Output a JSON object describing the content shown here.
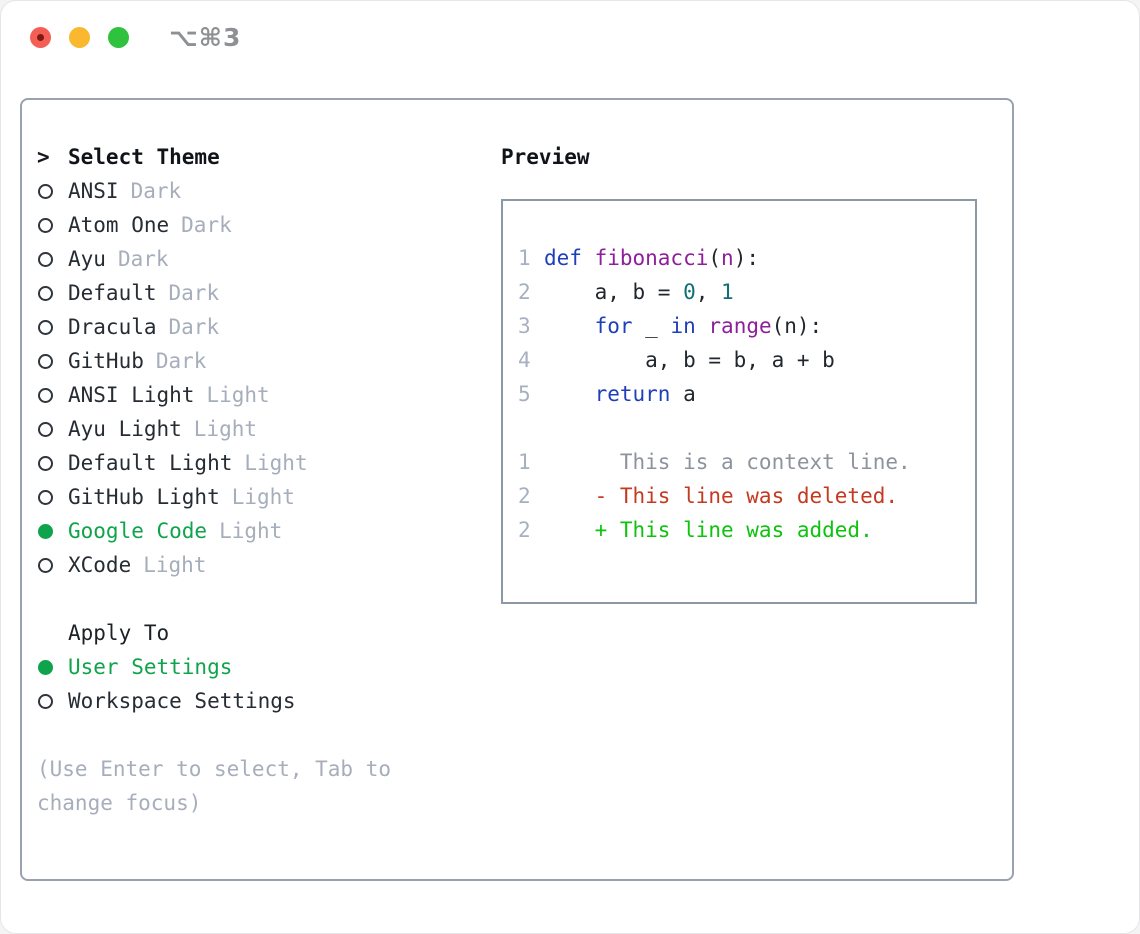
{
  "window": {
    "title": "⌥⌘3"
  },
  "theme_panel": {
    "cursor": ">",
    "title": "Select Theme",
    "themes": [
      {
        "name": "ANSI",
        "variant": "Dark",
        "selected": false
      },
      {
        "name": "Atom One",
        "variant": "Dark",
        "selected": false
      },
      {
        "name": "Ayu",
        "variant": "Dark",
        "selected": false
      },
      {
        "name": "Default",
        "variant": "Dark",
        "selected": false
      },
      {
        "name": "Dracula",
        "variant": "Dark",
        "selected": false
      },
      {
        "name": "GitHub",
        "variant": "Dark",
        "selected": false
      },
      {
        "name": "ANSI Light",
        "variant": "Light",
        "selected": false
      },
      {
        "name": "Ayu Light",
        "variant": "Light",
        "selected": false
      },
      {
        "name": "Default Light",
        "variant": "Light",
        "selected": false
      },
      {
        "name": "GitHub Light",
        "variant": "Light",
        "selected": false
      },
      {
        "name": "Google Code",
        "variant": "Light",
        "selected": true
      },
      {
        "name": "XCode",
        "variant": "Light",
        "selected": false
      }
    ],
    "apply_to": {
      "label": "Apply To",
      "options": [
        {
          "name": "User Settings",
          "selected": true
        },
        {
          "name": "Workspace Settings",
          "selected": false
        }
      ]
    },
    "help": [
      "(Use Enter to select, Tab to",
      "change focus)"
    ]
  },
  "preview": {
    "label": "Preview",
    "code": [
      {
        "num": "1",
        "tokens": [
          {
            "text": "def "
          },
          {
            "text": "fibonacci"
          },
          {
            "text": "("
          },
          {
            "text": "n"
          },
          {
            "text": "):"
          }
        ]
      },
      {
        "num": "2",
        "tokens": [
          {
            "text": "    a, b = "
          },
          {
            "text": "0"
          },
          {
            "text": ", "
          },
          {
            "text": "1"
          }
        ]
      },
      {
        "num": "3",
        "tokens": [
          {
            "text": "    "
          },
          {
            "text": "for"
          },
          {
            "text": " _ "
          },
          {
            "text": "in"
          },
          {
            "text": " "
          },
          {
            "text": "range"
          },
          {
            "text": "(n):"
          }
        ]
      },
      {
        "num": "4",
        "tokens": [
          {
            "text": "        a, b = b, a + b"
          }
        ]
      },
      {
        "num": "5",
        "tokens": [
          {
            "text": "    "
          },
          {
            "text": "return"
          },
          {
            "text": " a"
          }
        ]
      }
    ],
    "diff": [
      {
        "num": "1",
        "kind": "context",
        "text": "      This is a context line."
      },
      {
        "num": "2",
        "kind": "deleted",
        "text": "    - This line was deleted."
      },
      {
        "num": "2",
        "kind": "added",
        "text": "    + This line was added."
      }
    ]
  },
  "colors": {
    "selected_green": "#0fa44c",
    "added_green": "#0ec20e",
    "deleted_red": "#c43a20",
    "keyword_blue": "#1f3fba",
    "function_purple": "#8e1f9b",
    "number_teal": "#0f6f76",
    "context_gray": "#8d939c",
    "panel_border": "#99a3af"
  }
}
